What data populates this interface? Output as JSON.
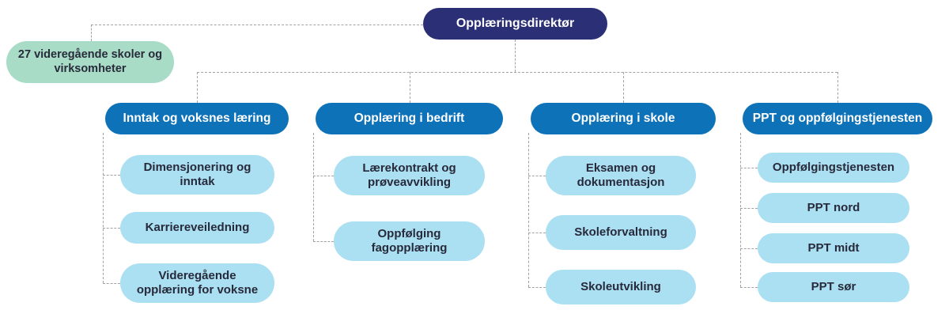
{
  "diagram": {
    "root": {
      "label": "Opplæringsdirektør"
    },
    "external_unit": {
      "label": "27 videregående skoler og virksomheter"
    },
    "branches": [
      {
        "label": "Inntak og voksnes læring",
        "children": [
          "Dimensjonering og inntak",
          "Karriereveiledning",
          "Videregående opplæring for voksne"
        ]
      },
      {
        "label": "Opplæring i bedrift",
        "children": [
          "Lærekontrakt og prøveavvikling",
          "Oppfølging fagopplæring"
        ]
      },
      {
        "label": "Opplæring i skole",
        "children": [
          "Eksamen og dokumentasjon",
          "Skoleforvaltning",
          "Skoleutvikling"
        ]
      },
      {
        "label": "PPT og oppfølgingstjenesten",
        "children": [
          "Oppfølgingstjenesten",
          "PPT nord",
          "PPT midt",
          "PPT sør"
        ]
      }
    ],
    "colors": {
      "background": "#ffffff",
      "root_bg": "#2b2f75",
      "root_text": "#ffffff",
      "branch_bg": "#0e72b8",
      "branch_text": "#ffffff",
      "child_bg": "#abdff2",
      "child_text": "#272a3a",
      "external_bg": "#a8dcc6",
      "connector": "#a3a3a3"
    }
  }
}
